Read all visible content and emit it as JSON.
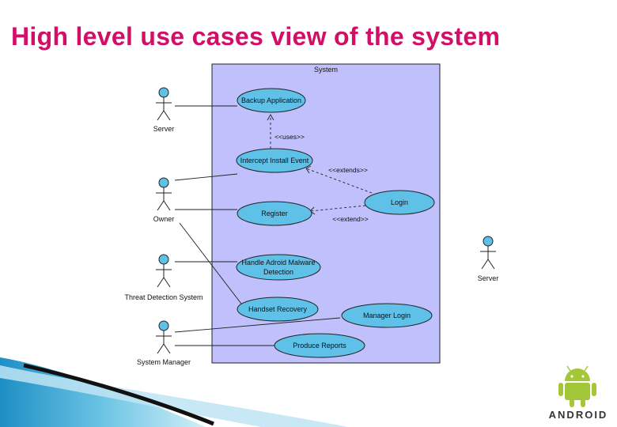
{
  "slide": {
    "title": "High level use cases view of the system",
    "title_color": "#d10f67"
  },
  "diagram": {
    "system_label": "System",
    "colors": {
      "system_fill": "#c0c0fc",
      "usecase_fill": "#5fc1e8",
      "actor_head_fill": "#5fc1e8",
      "line": "#222222"
    },
    "actors": [
      {
        "id": "server-left",
        "label": "Server"
      },
      {
        "id": "owner",
        "label": "Owner"
      },
      {
        "id": "threat",
        "label": "Threat Detection System"
      },
      {
        "id": "sysmgr",
        "label": "System Manager"
      },
      {
        "id": "server-right",
        "label": "Server"
      }
    ],
    "usecases": [
      {
        "id": "backup",
        "lines": [
          "Backup Application"
        ]
      },
      {
        "id": "intercept",
        "lines": [
          "Intercept Install Event"
        ]
      },
      {
        "id": "login",
        "lines": [
          "Login"
        ]
      },
      {
        "id": "register",
        "lines": [
          "Register"
        ]
      },
      {
        "id": "malware",
        "lines": [
          "Handle Adroid Malware",
          "Detection"
        ]
      },
      {
        "id": "handset",
        "lines": [
          "Handset Recovery"
        ]
      },
      {
        "id": "mgrlogin",
        "lines": [
          "Manager   Login"
        ]
      },
      {
        "id": "reports",
        "lines": [
          "Produce Reports"
        ]
      }
    ],
    "relations": [
      {
        "id": "uses",
        "label": "<<uses>>"
      },
      {
        "id": "extends-1",
        "label": "<<extends>>"
      },
      {
        "id": "extends-2",
        "label": "<<extend>>"
      }
    ]
  },
  "branding": {
    "logo": "android-robot-icon",
    "wordmark": "ANDROID",
    "android_green": "#a4c639"
  }
}
